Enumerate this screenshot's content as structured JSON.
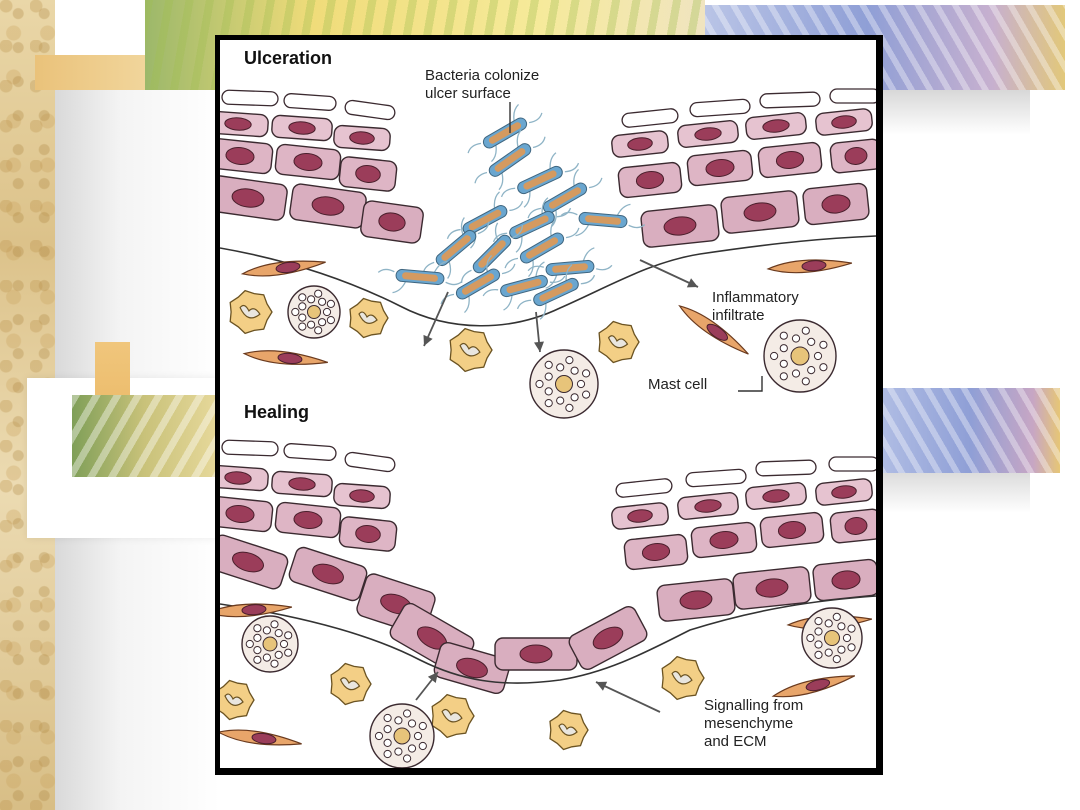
{
  "slide": {
    "figure": {
      "panels": [
        {
          "title": "Ulceration",
          "callouts": [
            {
              "lines": [
                "Bacteria colonize",
                "ulcer surface"
              ]
            },
            {
              "lines": [
                "Inflammatory",
                "infiltrate"
              ]
            },
            {
              "lines": [
                "Mast cell"
              ]
            }
          ]
        },
        {
          "title": "Healing",
          "callouts": [
            {
              "lines": [
                "Signalling from",
                "mesenchyme",
                "and ECM"
              ]
            }
          ]
        }
      ]
    },
    "colors": {
      "cell_fill": "#d9aebf",
      "cell_stroke": "#3b2a30",
      "nucleus": "#9b3d5a",
      "bacteria": "#d49a60",
      "bacteria_tip": "#6aa6cf",
      "immune_cell": "#f3cf86",
      "fibroblast": "#e8a56a",
      "mast_granule": "#e7c47a"
    }
  }
}
